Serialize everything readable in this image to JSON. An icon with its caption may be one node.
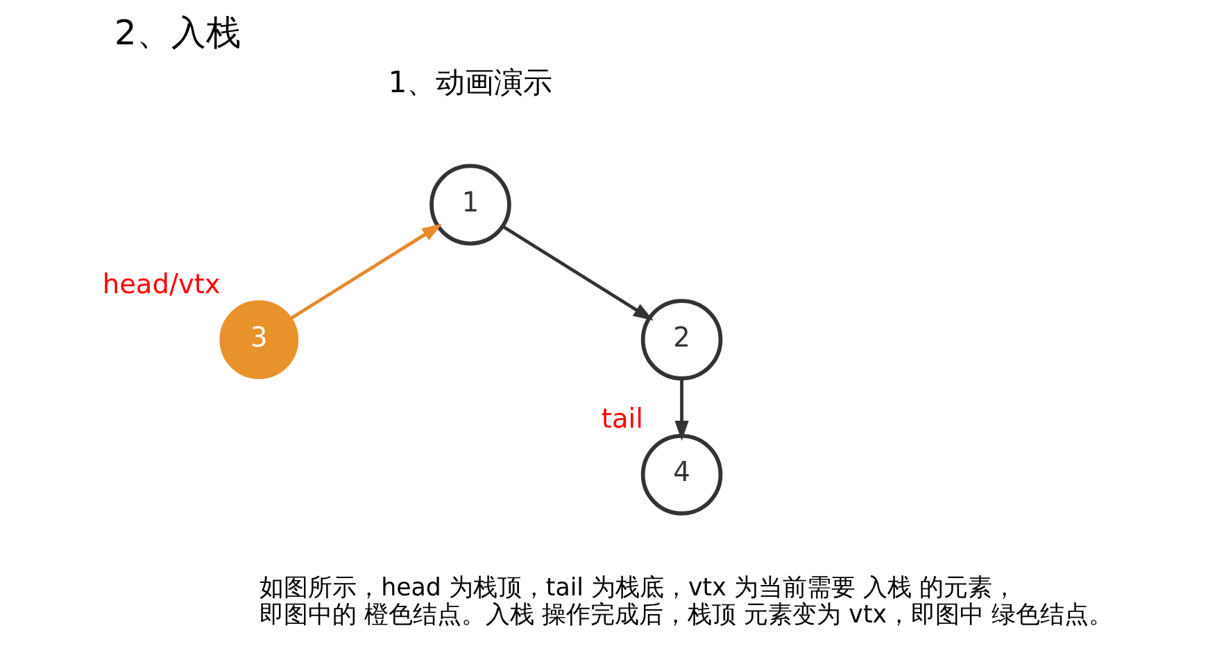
{
  "diagram": {
    "title": "2、入栈",
    "nodes": [
      {
        "text": [
          "1"
        ]
      },
      {
        "text": [
          "2"
        ]
      },
      {
        "text": [
          "3"
        ],
        "beside": [
          "head/vtx"
        ]
      },
      {
        "text": [
          "4"
        ],
        "beside": [
          "tail"
        ]
      }
    ],
    "edges": [
      {
        "from": 2,
        "to": 0,
        "arrow": "to",
        "color": "#e8892c"
      },
      {
        "from": 0,
        "to": 1,
        "arrow": "to"
      },
      {
        "from": 1,
        "to": 3,
        "arrow": "to"
      }
    ],
    "labels": [
      "1、动画演示",
      "如图所示，head 为栈顶，tail 为栈底，vtx 为当前需要 入栈 的元素，即图中的 橙色结点。入栈 操作完成后，栈顶 元素变为 vtx，即图中 绿色结点。"
    ]
  }
}
